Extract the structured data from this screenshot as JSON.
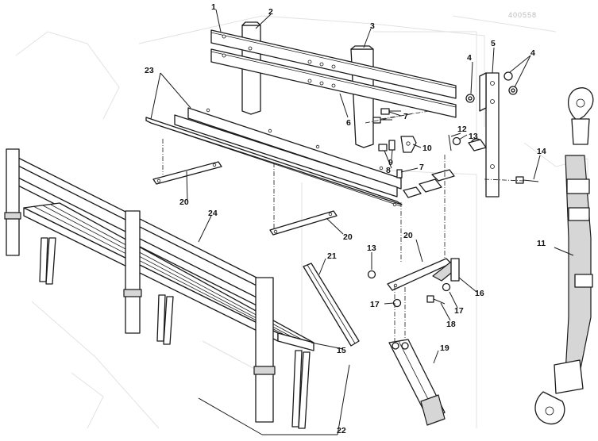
{
  "header_code": "400558",
  "callouts": [
    {
      "id": "c1",
      "text": "1"
    },
    {
      "id": "c2",
      "text": "2"
    },
    {
      "id": "c3",
      "text": "3"
    },
    {
      "id": "c4a",
      "text": "4"
    },
    {
      "id": "c4b",
      "text": "4"
    },
    {
      "id": "c5",
      "text": "5"
    },
    {
      "id": "c6",
      "text": "6"
    },
    {
      "id": "c7a",
      "text": "7"
    },
    {
      "id": "c7b",
      "text": "7"
    },
    {
      "id": "c8",
      "text": "8"
    },
    {
      "id": "c9",
      "text": "9"
    },
    {
      "id": "c10",
      "text": "10"
    },
    {
      "id": "c11",
      "text": "11"
    },
    {
      "id": "c12",
      "text": "12"
    },
    {
      "id": "c13a",
      "text": "13"
    },
    {
      "id": "c13b",
      "text": "13"
    },
    {
      "id": "c14",
      "text": "14"
    },
    {
      "id": "c15",
      "text": "15"
    },
    {
      "id": "c16",
      "text": "16"
    },
    {
      "id": "c17a",
      "text": "17"
    },
    {
      "id": "c17b",
      "text": "17"
    },
    {
      "id": "c18",
      "text": "18"
    },
    {
      "id": "c19",
      "text": "19"
    },
    {
      "id": "c20a",
      "text": "20"
    },
    {
      "id": "c20b",
      "text": "20"
    },
    {
      "id": "c20c",
      "text": "20"
    },
    {
      "id": "c21",
      "text": "21"
    },
    {
      "id": "c22",
      "text": "22"
    },
    {
      "id": "c23",
      "text": "23"
    },
    {
      "id": "c24",
      "text": "24"
    }
  ]
}
